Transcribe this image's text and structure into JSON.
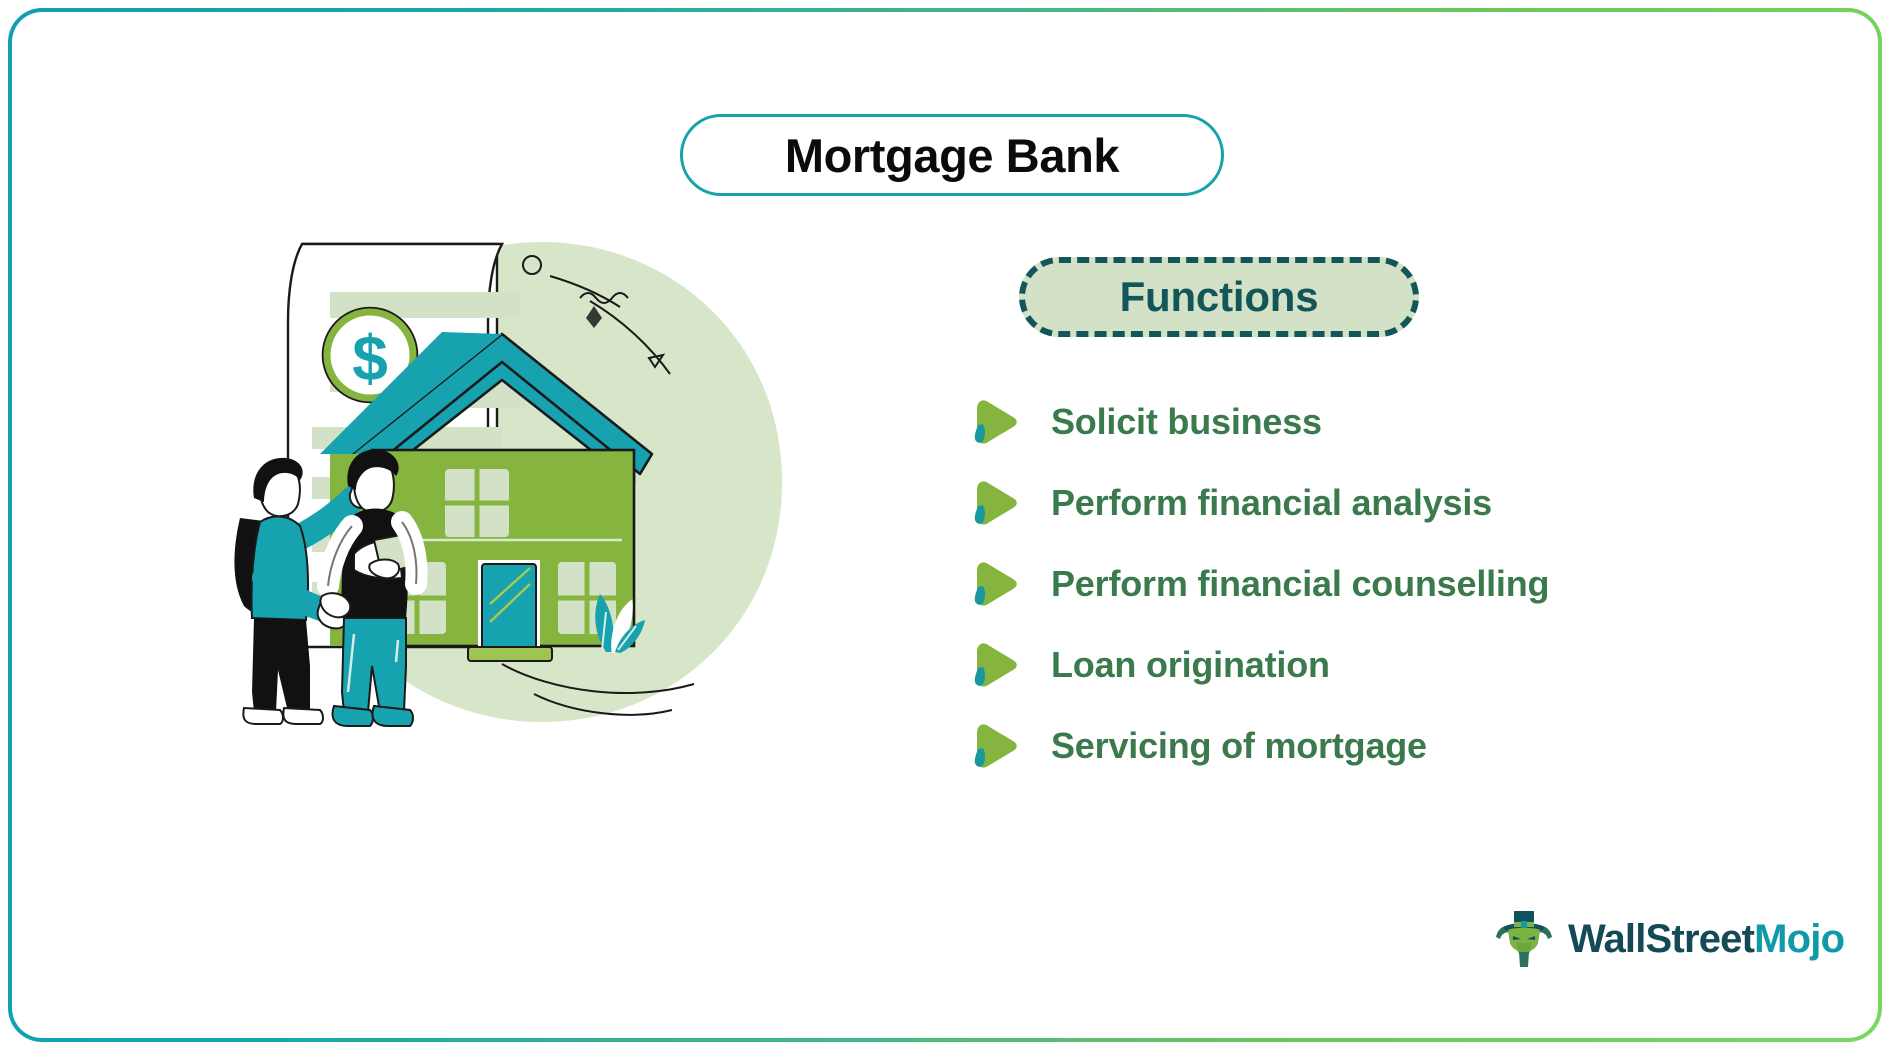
{
  "frame": {
    "gradient_start": "#0e9fb4",
    "gradient_end": "#79d75e"
  },
  "header": {
    "title": "Mortgage Bank",
    "title_border_color": "#17a2ab",
    "title_text_color": "#0b0b0b"
  },
  "illustration": {
    "name": "mortgage-handshake-house-illustration",
    "description": "Two people shaking hands in front of a house with a mortgage document and dollar coin",
    "colors": {
      "circle_backdrop": "#d7e5c8",
      "house_wall": "#86b53f",
      "roof": "#16a2ae",
      "door": "#16a2ae",
      "window": "#d3e2c6",
      "coin_ring": "#86b53f",
      "dollar_sign": "#16a2ae",
      "outline": "#1a1a1a"
    }
  },
  "functions": {
    "badge_label": "Functions",
    "badge_fill": "#d3e2c6",
    "badge_border_color": "#13565a",
    "badge_text_color": "#13565a",
    "bullet_arrow_color": "#86b53f",
    "bullet_tail_color": "#19989f",
    "item_text_color": "#3a7a4c",
    "items": [
      {
        "label": "Solicit business"
      },
      {
        "label": "Perform financial analysis"
      },
      {
        "label": "Perform financial counselling"
      },
      {
        "label": "Loan origination"
      },
      {
        "label": "Servicing of mortgage"
      }
    ]
  },
  "branding": {
    "name_part1": "WallStreet",
    "name_part2": "Mojo",
    "part1_color": "#134a56",
    "part2_color": "#109aa8",
    "mark_hat_color": "#11535c",
    "mark_body_color": "#7cb342"
  }
}
